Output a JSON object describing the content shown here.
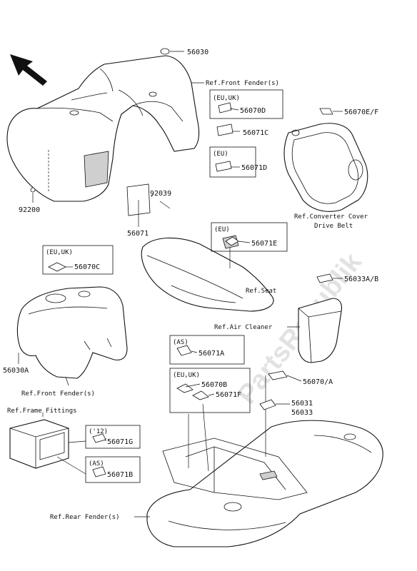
{
  "watermark": "PartsRepublik",
  "parts": {
    "p56030": "56030",
    "p56070d": "56070D",
    "p56071c": "56071C",
    "p56071d": "56071D",
    "p56070ef": "56070E/F",
    "p92039": "92039",
    "p92200": "92200",
    "p56071": "56071",
    "p56071e": "56071E",
    "p56070c": "56070C",
    "p56033ab": "56033A/B",
    "p56030a": "56030A",
    "p56071a": "56071A",
    "p56070b": "56070B",
    "p56071f": "56071F",
    "p56070a": "56070/A",
    "p56031": "56031",
    "p56033": "56033",
    "p56071g": "56071G",
    "p56071b": "56071B"
  },
  "regions": {
    "eu_uk_1": "(EU,UK)",
    "eu_1": "(EU)",
    "eu_2": "(EU)",
    "eu_uk_2": "(EU,UK)",
    "as_1": "(AS)",
    "eu_uk_3": "(EU,UK)",
    "y12": "('12)",
    "as_2": "(AS)"
  },
  "refs": {
    "front_fender_1": "Ref.Front Fender(s)",
    "converter_cover": "Ref.Converter Cover",
    "drive_belt": "Drive Belt",
    "seat": "Ref.Seat",
    "air_cleaner": "Ref.Air Cleaner",
    "front_fender_2": "Ref.Front Fender(s)",
    "frame_fittings": "Ref.Frame Fittings",
    "rear_fender": "Ref.Rear Fender(s)"
  }
}
